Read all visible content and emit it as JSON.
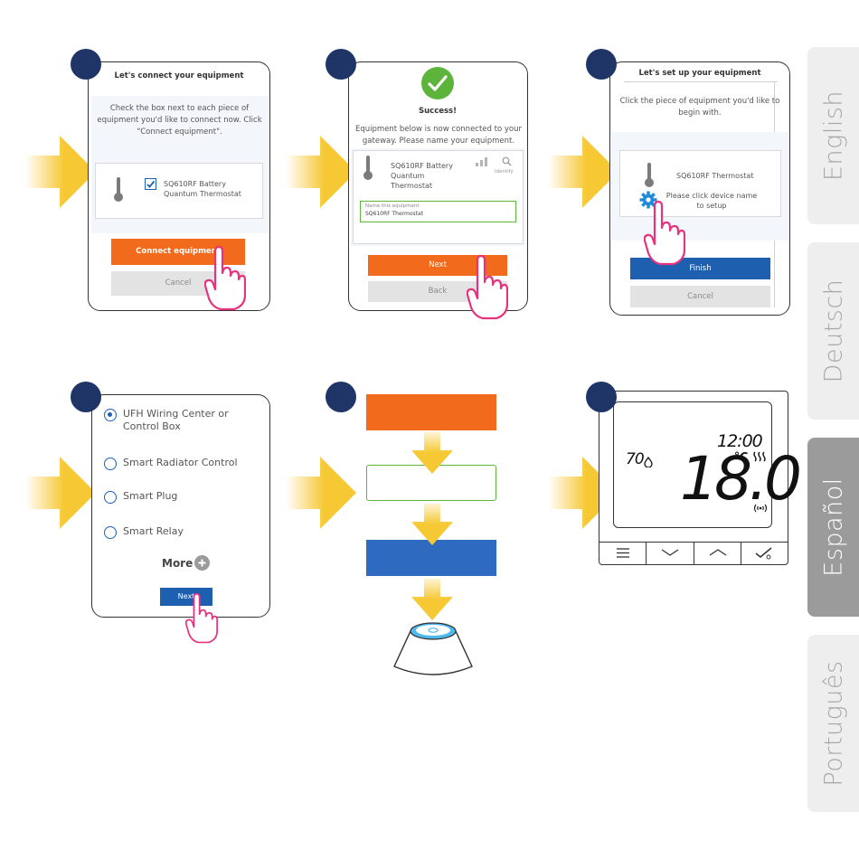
{
  "languages": [
    {
      "label": "English",
      "active": false
    },
    {
      "label": "Deutsch",
      "active": false
    },
    {
      "label": "Español",
      "active": true
    },
    {
      "label": "Português",
      "active": false
    }
  ],
  "step1": {
    "title": "Let's connect your equipment",
    "instruction": "Check the box next to each piece of equipment you'd like to connect now. Click \"Connect equipment\".",
    "device": "SQ610RF Battery Quantum Thermostat",
    "primary": "Connect equipment",
    "secondary": "Cancel"
  },
  "step2": {
    "title": "Success!",
    "message": "Equipment below is now connected to your gateway. Please name your equipment.",
    "device": "SQ610RF Battery Quantum Thermostat",
    "identify": "Identify",
    "name_label": "Name this equipment",
    "name_value": "SQ610RF Thermostat",
    "primary": "Next",
    "secondary": "Back"
  },
  "step3": {
    "title": "Let's set up your equipment",
    "instruction": "Click the piece of equipment you'd like to begin with.",
    "device": "SQ610RF Thermostat",
    "hint": "Please click device name to setup",
    "primary": "Finish",
    "secondary": "Cancel"
  },
  "step4": {
    "options": [
      {
        "label": "UFH Wiring Center or Control Box",
        "selected": true
      },
      {
        "label": "Smart Radiator Control",
        "selected": false
      },
      {
        "label": "Smart Plug",
        "selected": false
      },
      {
        "label": "Smart Relay",
        "selected": false
      }
    ],
    "more": "More",
    "next": "Next"
  },
  "thermostat": {
    "time": "12:00",
    "humidity": "70",
    "temperature": "18.0",
    "unit": "°C"
  },
  "colors": {
    "badge": "#1f3567",
    "orange": "#f26a1b",
    "blue": "#1f5fb0",
    "green": "#5db43a",
    "arrow": "#f6c833",
    "pink": "#e6337d"
  }
}
